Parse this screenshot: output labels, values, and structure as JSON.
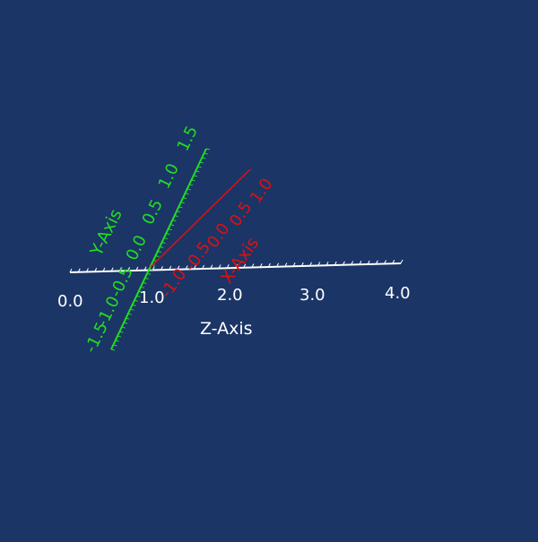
{
  "scene": {
    "background": "#1b3566",
    "axes": {
      "z": {
        "title": "Z-Axis",
        "color": "#ffffff",
        "tick_labels": [
          "0.0",
          "1.0",
          "2.0",
          "3.0",
          "4.0"
        ]
      },
      "y": {
        "title": "Y-Axis",
        "color": "#22dd22",
        "tick_labels": [
          "-1.5",
          "-1.0",
          "-0.5",
          "0.0",
          "0.5",
          "1.0",
          "1.5"
        ]
      },
      "x": {
        "title": "X-Axis",
        "color": "#dd1111",
        "tick_labels": [
          "-1.0",
          "-0.5",
          "0.0",
          "0.5",
          "1.0"
        ]
      }
    }
  }
}
